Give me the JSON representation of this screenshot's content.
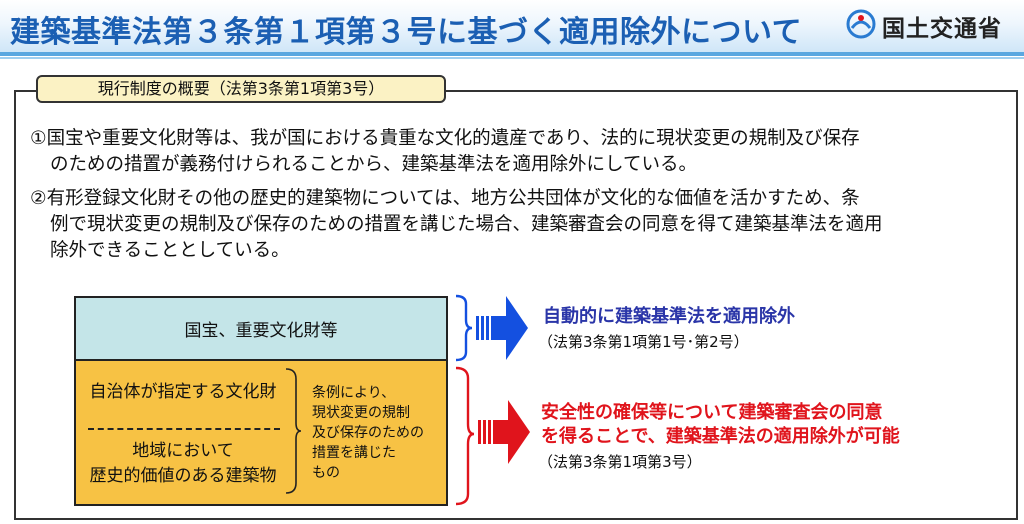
{
  "header": {
    "title": "建築基準法第３条第１項第３号に基づく適用除外について",
    "org_name": "国土交通省",
    "logo_icon": "mlit-logo-icon"
  },
  "section": {
    "label": "現行制度の概要（法第3条第1項第3号）"
  },
  "paragraphs": [
    {
      "lines": [
        "①国宝や重要文化財等は、我が国における貴重な文化的遺産であり、法的に現状変更の規制及び保存",
        "のための措置が義務付けられることから、建築基準法を適用除外にしている。"
      ]
    },
    {
      "lines": [
        "②有形登録文化財その他の歴史的建築物については、地方公共団体が文化的な価値を活かすため、条",
        "例で現状変更の規制及び保存のための措置を講じた場合、建築審査会の同意を得て建築基準法を適用",
        "除外できることとしている。"
      ]
    }
  ],
  "diagram": {
    "top_box": "国宝、重要文化財等",
    "item_a": "自治体が指定する文化財",
    "item_b": [
      "地域において",
      "歴史的価値のある建築物"
    ],
    "note": [
      "条例により、",
      "現状変更の規制",
      "及び保存のための",
      "措置を講じた",
      "もの"
    ],
    "result_top": {
      "text": "自動的に建築基準法を適用除外",
      "sub": "（法第3条第1項第1号･第2号）",
      "color": "#2a35a8"
    },
    "result_bottom": {
      "lines": [
        "安全性の確保等について建築審査会の同意",
        "を得ることで、建築基準法の適用除外が可能"
      ],
      "sub": "（法第3条第1項第3号）",
      "color": "#e0141c"
    },
    "arrow_top_color": "#1450e0",
    "arrow_bottom_color": "#e0141c"
  },
  "colors": {
    "title_blue": "#1b5fb3",
    "label_bg": "#fbf2c4",
    "top_box_bg": "#c4e5e8",
    "bottom_box_bg": "#f7c244"
  }
}
